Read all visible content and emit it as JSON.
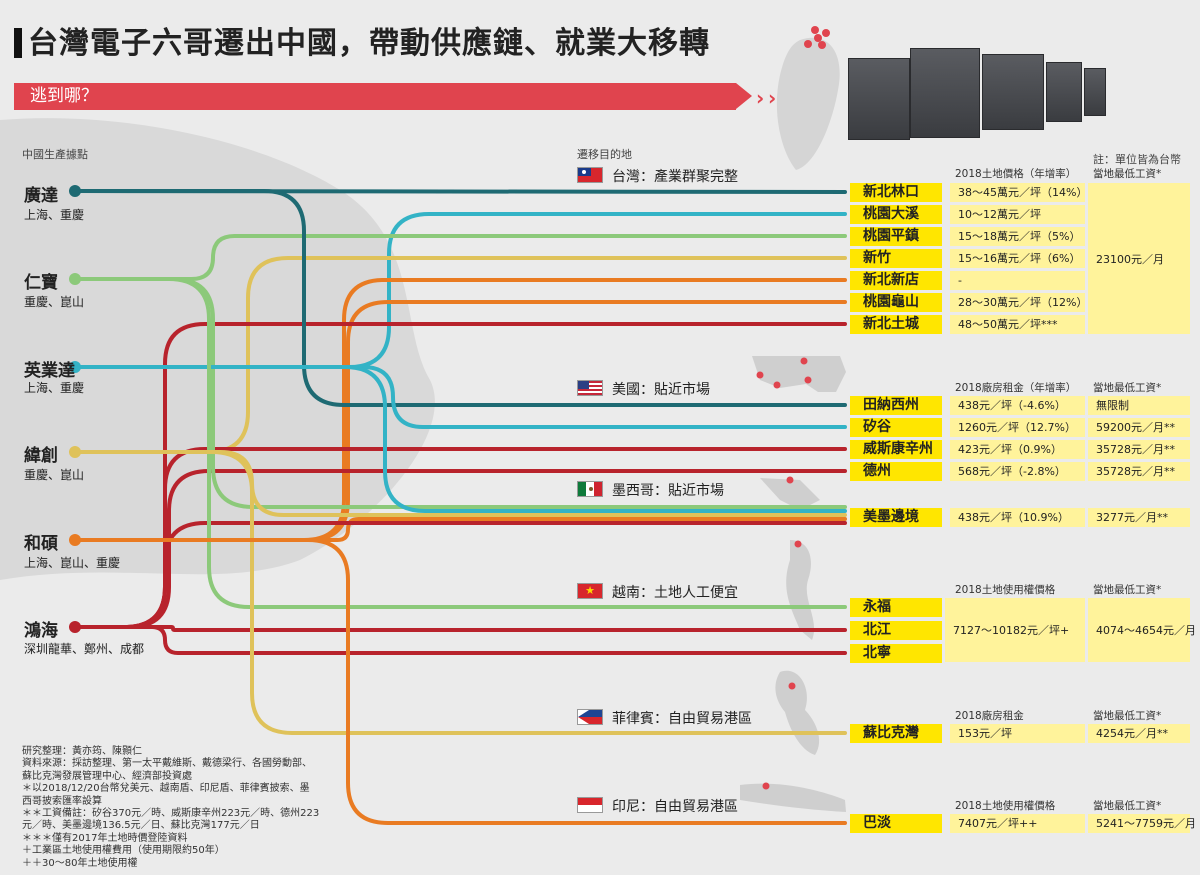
{
  "title": "台灣電子六哥遷出中國，帶動供應鏈、就業大移轉",
  "subtitle": "逃到哪？",
  "left_header": "中國生產據點",
  "dest_header": "遷移目的地",
  "currency_note": "註：單位皆為台幣",
  "companies": [
    {
      "name": "廣達",
      "cities": "上海、重慶",
      "color": "#1e6a73"
    },
    {
      "name": "仁寶",
      "cities": "重慶、崑山",
      "color": "#8cc97a"
    },
    {
      "name": "英業達",
      "cities": "上海、重慶",
      "color": "#33b3c6"
    },
    {
      "name": "緯創",
      "cities": "重慶、崑山",
      "color": "#dfc25a"
    },
    {
      "name": "和碩",
      "cities": "上海、崑山、重慶",
      "color": "#e97b22"
    },
    {
      "name": "鴻海",
      "cities": "深圳龍華、鄭州、成都",
      "color": "#b8232c"
    }
  ],
  "countries": [
    {
      "label": "台灣：產業群聚完整",
      "flag": "taiwan-flag-icon"
    },
    {
      "label": "美國：貼近市場",
      "flag": "usa-flag-icon"
    },
    {
      "label": "墨西哥：貼近市場",
      "flag": "mexico-flag-icon"
    },
    {
      "label": "越南：土地人工便宜",
      "flag": "vietnam-flag-icon"
    },
    {
      "label": "菲律賓：自由貿易港區",
      "flag": "philippines-flag-icon"
    },
    {
      "label": "印尼：自由貿易港區",
      "flag": "indonesia-flag-icon"
    }
  ],
  "column_headers": {
    "taiwan": [
      "2018土地價格（年增率）",
      "當地最低工資*"
    ],
    "usa": [
      "2018廠房租金（年增率）",
      "當地最低工資*"
    ],
    "vietnam": [
      "2018土地使用權價格",
      "當地最低工資*"
    ],
    "philippines": [
      "2018廠房租金",
      "當地最低工資*"
    ],
    "indonesia": [
      "2018土地使用權價格",
      "當地最低工資*"
    ]
  },
  "taiwan_rows": [
    {
      "site": "新北林口",
      "price": "38～45萬元／坪（14%）"
    },
    {
      "site": "桃園大溪",
      "price": "10～12萬元／坪"
    },
    {
      "site": "桃園平鎮",
      "price": "15～18萬元／坪（5%）"
    },
    {
      "site": "新竹",
      "price": "15～16萬元／坪（6%）"
    },
    {
      "site": "新北新店",
      "price": "-"
    },
    {
      "site": "桃園龜山",
      "price": "28～30萬元／坪（12%）"
    },
    {
      "site": "新北土城",
      "price": "48～50萬元／坪***"
    }
  ],
  "taiwan_wage": "23100元／月",
  "usa_rows": [
    {
      "site": "田納西州",
      "price": "438元／坪（-4.6%）",
      "wage": "無限制"
    },
    {
      "site": "矽谷",
      "price": "1260元／坪（12.7%）",
      "wage": "59200元／月**"
    },
    {
      "site": "威斯康辛州",
      "price": "423元／坪（0.9%）",
      "wage": "35728元／月**"
    },
    {
      "site": "德州",
      "price": "568元／坪（-2.8%）",
      "wage": "35728元／月**"
    }
  ],
  "mexico_row": {
    "site": "美墨邊境",
    "price": "438元／坪（10.9%）",
    "wage": "3277元／月**"
  },
  "vietnam_rows": [
    {
      "site": "永福"
    },
    {
      "site": "北江"
    },
    {
      "site": "北寧"
    }
  ],
  "vietnam_price": "7127～10182元／坪+",
  "vietnam_wage": "4074～4654元／月",
  "philippines_row": {
    "site": "蘇比克灣",
    "price": "153元／坪",
    "wage": "4254元／月**"
  },
  "indonesia_row": {
    "site": "巴淡",
    "price": "7407元／坪++",
    "wage": "5241～7759元／月"
  },
  "notes": [
    "研究整理：黃亦筠、陳顥仁",
    "資料來源：採訪整理、第一太平戴維斯、戴德梁行、各國勞動部、",
    "蘇比克灣發展管理中心、經濟部投資處",
    "＊以2018/12/20台幣兌美元、越南盾、印尼盾、菲律賓披索、墨",
    "西哥披索匯率設算",
    "＊＊工資備註：矽谷370元／時、威斯康辛州223元／時、德州223",
    "元／時、美墨邊境136.5元／日、蘇比克灣177元／日",
    "＊＊＊僅有2017年土地時價登陸資料",
    "＋工業區土地使用權費用（使用期限約50年）",
    "＋＋30～80年土地使用權"
  ],
  "flows": [
    {
      "company": 0,
      "row": "tw0"
    },
    {
      "company": 2,
      "row": "tw1"
    },
    {
      "company": 1,
      "row": "tw2"
    },
    {
      "company": 3,
      "row": "tw3"
    },
    {
      "company": 4,
      "row": "tw4"
    },
    {
      "company": 4,
      "row": "tw5"
    },
    {
      "company": 5,
      "row": "tw6"
    },
    {
      "company": 0,
      "row": "us0"
    },
    {
      "company": 2,
      "row": "us1"
    },
    {
      "company": 5,
      "row": "us2"
    },
    {
      "company": 5,
      "row": "us3"
    },
    {
      "company": 1,
      "row": "mx0"
    },
    {
      "company": 2,
      "row": "mx0"
    },
    {
      "company": 3,
      "row": "mx0"
    },
    {
      "company": 4,
      "row": "mx0"
    },
    {
      "company": 5,
      "row": "mx0"
    },
    {
      "company": 1,
      "row": "vn0"
    },
    {
      "company": 5,
      "row": "vn1"
    },
    {
      "company": 5,
      "row": "vn2"
    },
    {
      "company": 3,
      "row": "ph0"
    },
    {
      "company": 4,
      "row": "id0"
    }
  ]
}
